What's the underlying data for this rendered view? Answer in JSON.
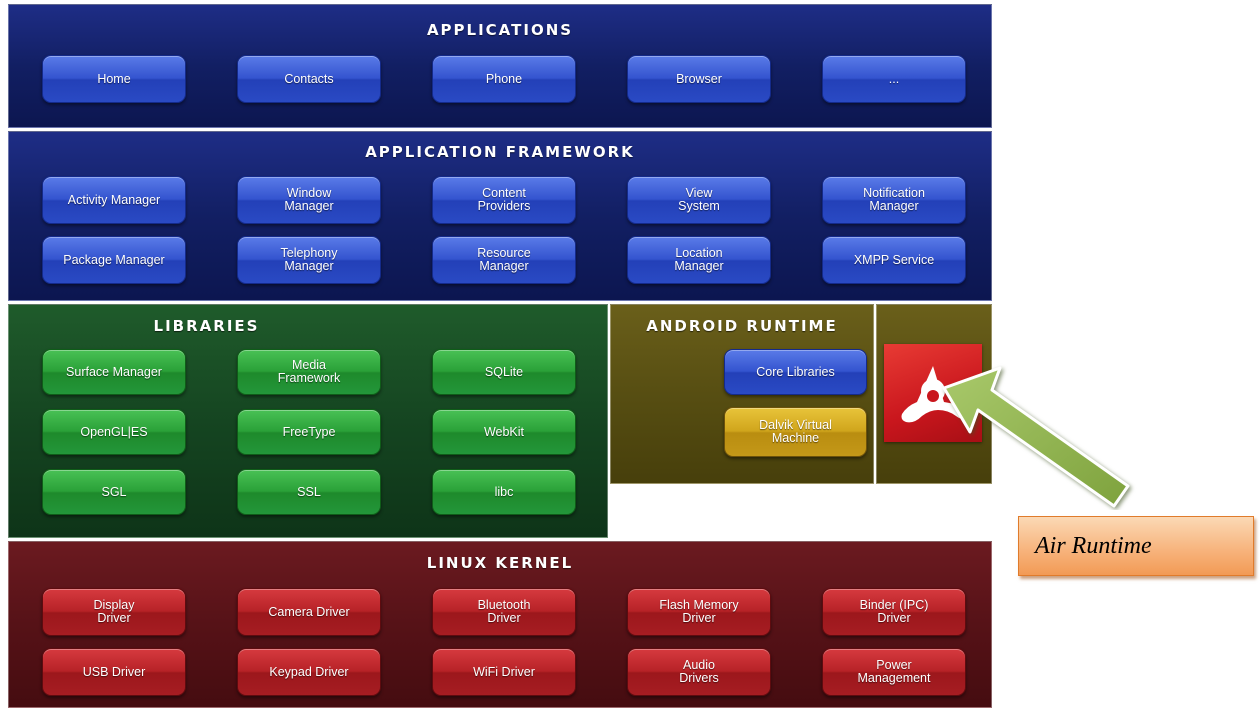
{
  "applications": {
    "title": "Applications",
    "items": [
      "Home",
      "Contacts",
      "Phone",
      "Browser",
      "..."
    ]
  },
  "framework": {
    "title": "Application Framework",
    "items": [
      "Activity Manager",
      "Window\nManager",
      "Content\nProviders",
      "View\nSystem",
      "Notification\nManager",
      "Package Manager",
      "Telephony\nManager",
      "Resource\nManager",
      "Location\nManager",
      "XMPP Service"
    ]
  },
  "libraries": {
    "title": "Libraries",
    "items": [
      "Surface Manager",
      "Media\nFramework",
      "SQLite",
      "OpenGL|ES",
      "FreeType",
      "WebKit",
      "SGL",
      "SSL",
      "libc"
    ]
  },
  "runtime": {
    "title": "Android Runtime",
    "items": [
      "Core Libraries",
      "Dalvik Virtual\nMachine"
    ]
  },
  "kernel": {
    "title": "Linux Kernel",
    "items": [
      "Display\nDriver",
      "Camera Driver",
      "Bluetooth\nDriver",
      "Flash Memory\nDriver",
      "Binder (IPC)\nDriver",
      "USB Driver",
      "Keypad Driver",
      "WiFi Driver",
      "Audio\nDrivers",
      "Power\nManagement"
    ]
  },
  "air": {
    "label": "Air Runtime",
    "logo_icon": "adobe-air-logo-icon",
    "arrow_icon": "pointer-arrow-icon",
    "logo_color": "#d01f26",
    "arrow_color": "#8fb34a"
  }
}
